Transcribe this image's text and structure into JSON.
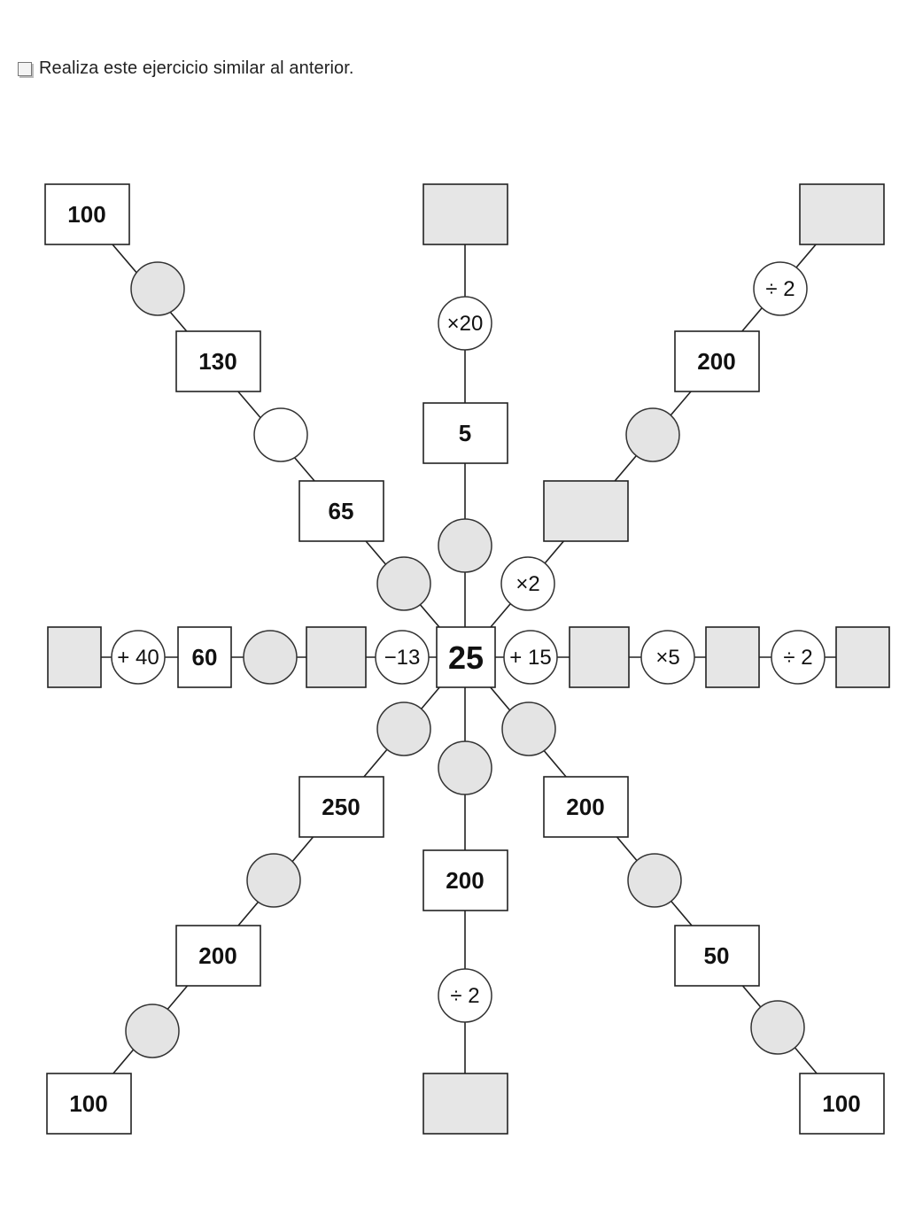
{
  "instruction": "Realiza este ejercicio similar al anterior.",
  "center": "25",
  "boxes": {
    "top_left_1": "100",
    "top_left_2": "130",
    "top_left_3": "65",
    "top_1": "",
    "top_2": "5",
    "top_right_1": "",
    "top_right_2": "200",
    "top_right_3": "",
    "left_1": "",
    "left_2": "60",
    "left_3": "",
    "right_1": "",
    "right_2": "",
    "right_3": "",
    "bottom_left_1": "250",
    "bottom_left_2": "200",
    "bottom_left_3": "100",
    "bottom_1": "200",
    "bottom_2": "",
    "bottom_right_1": "200",
    "bottom_right_2": "50",
    "bottom_right_3": "100"
  },
  "operations": {
    "top_left_a": "",
    "top_left_b": "",
    "top_left_c": "",
    "top_a": "",
    "top_b": "×20",
    "top_right_a": "×2",
    "top_right_b": "",
    "top_right_c": "÷ 2",
    "left_a": "−13",
    "left_b": "",
    "left_c": "+ 40",
    "right_a": "+ 15",
    "right_b": "×5",
    "right_c": "÷ 2",
    "bottom_left_a": "",
    "bottom_left_b": "",
    "bottom_left_c": "",
    "bottom_a": "",
    "bottom_b": "÷ 2",
    "bottom_right_a": "",
    "bottom_right_b": "",
    "bottom_right_c": ""
  }
}
